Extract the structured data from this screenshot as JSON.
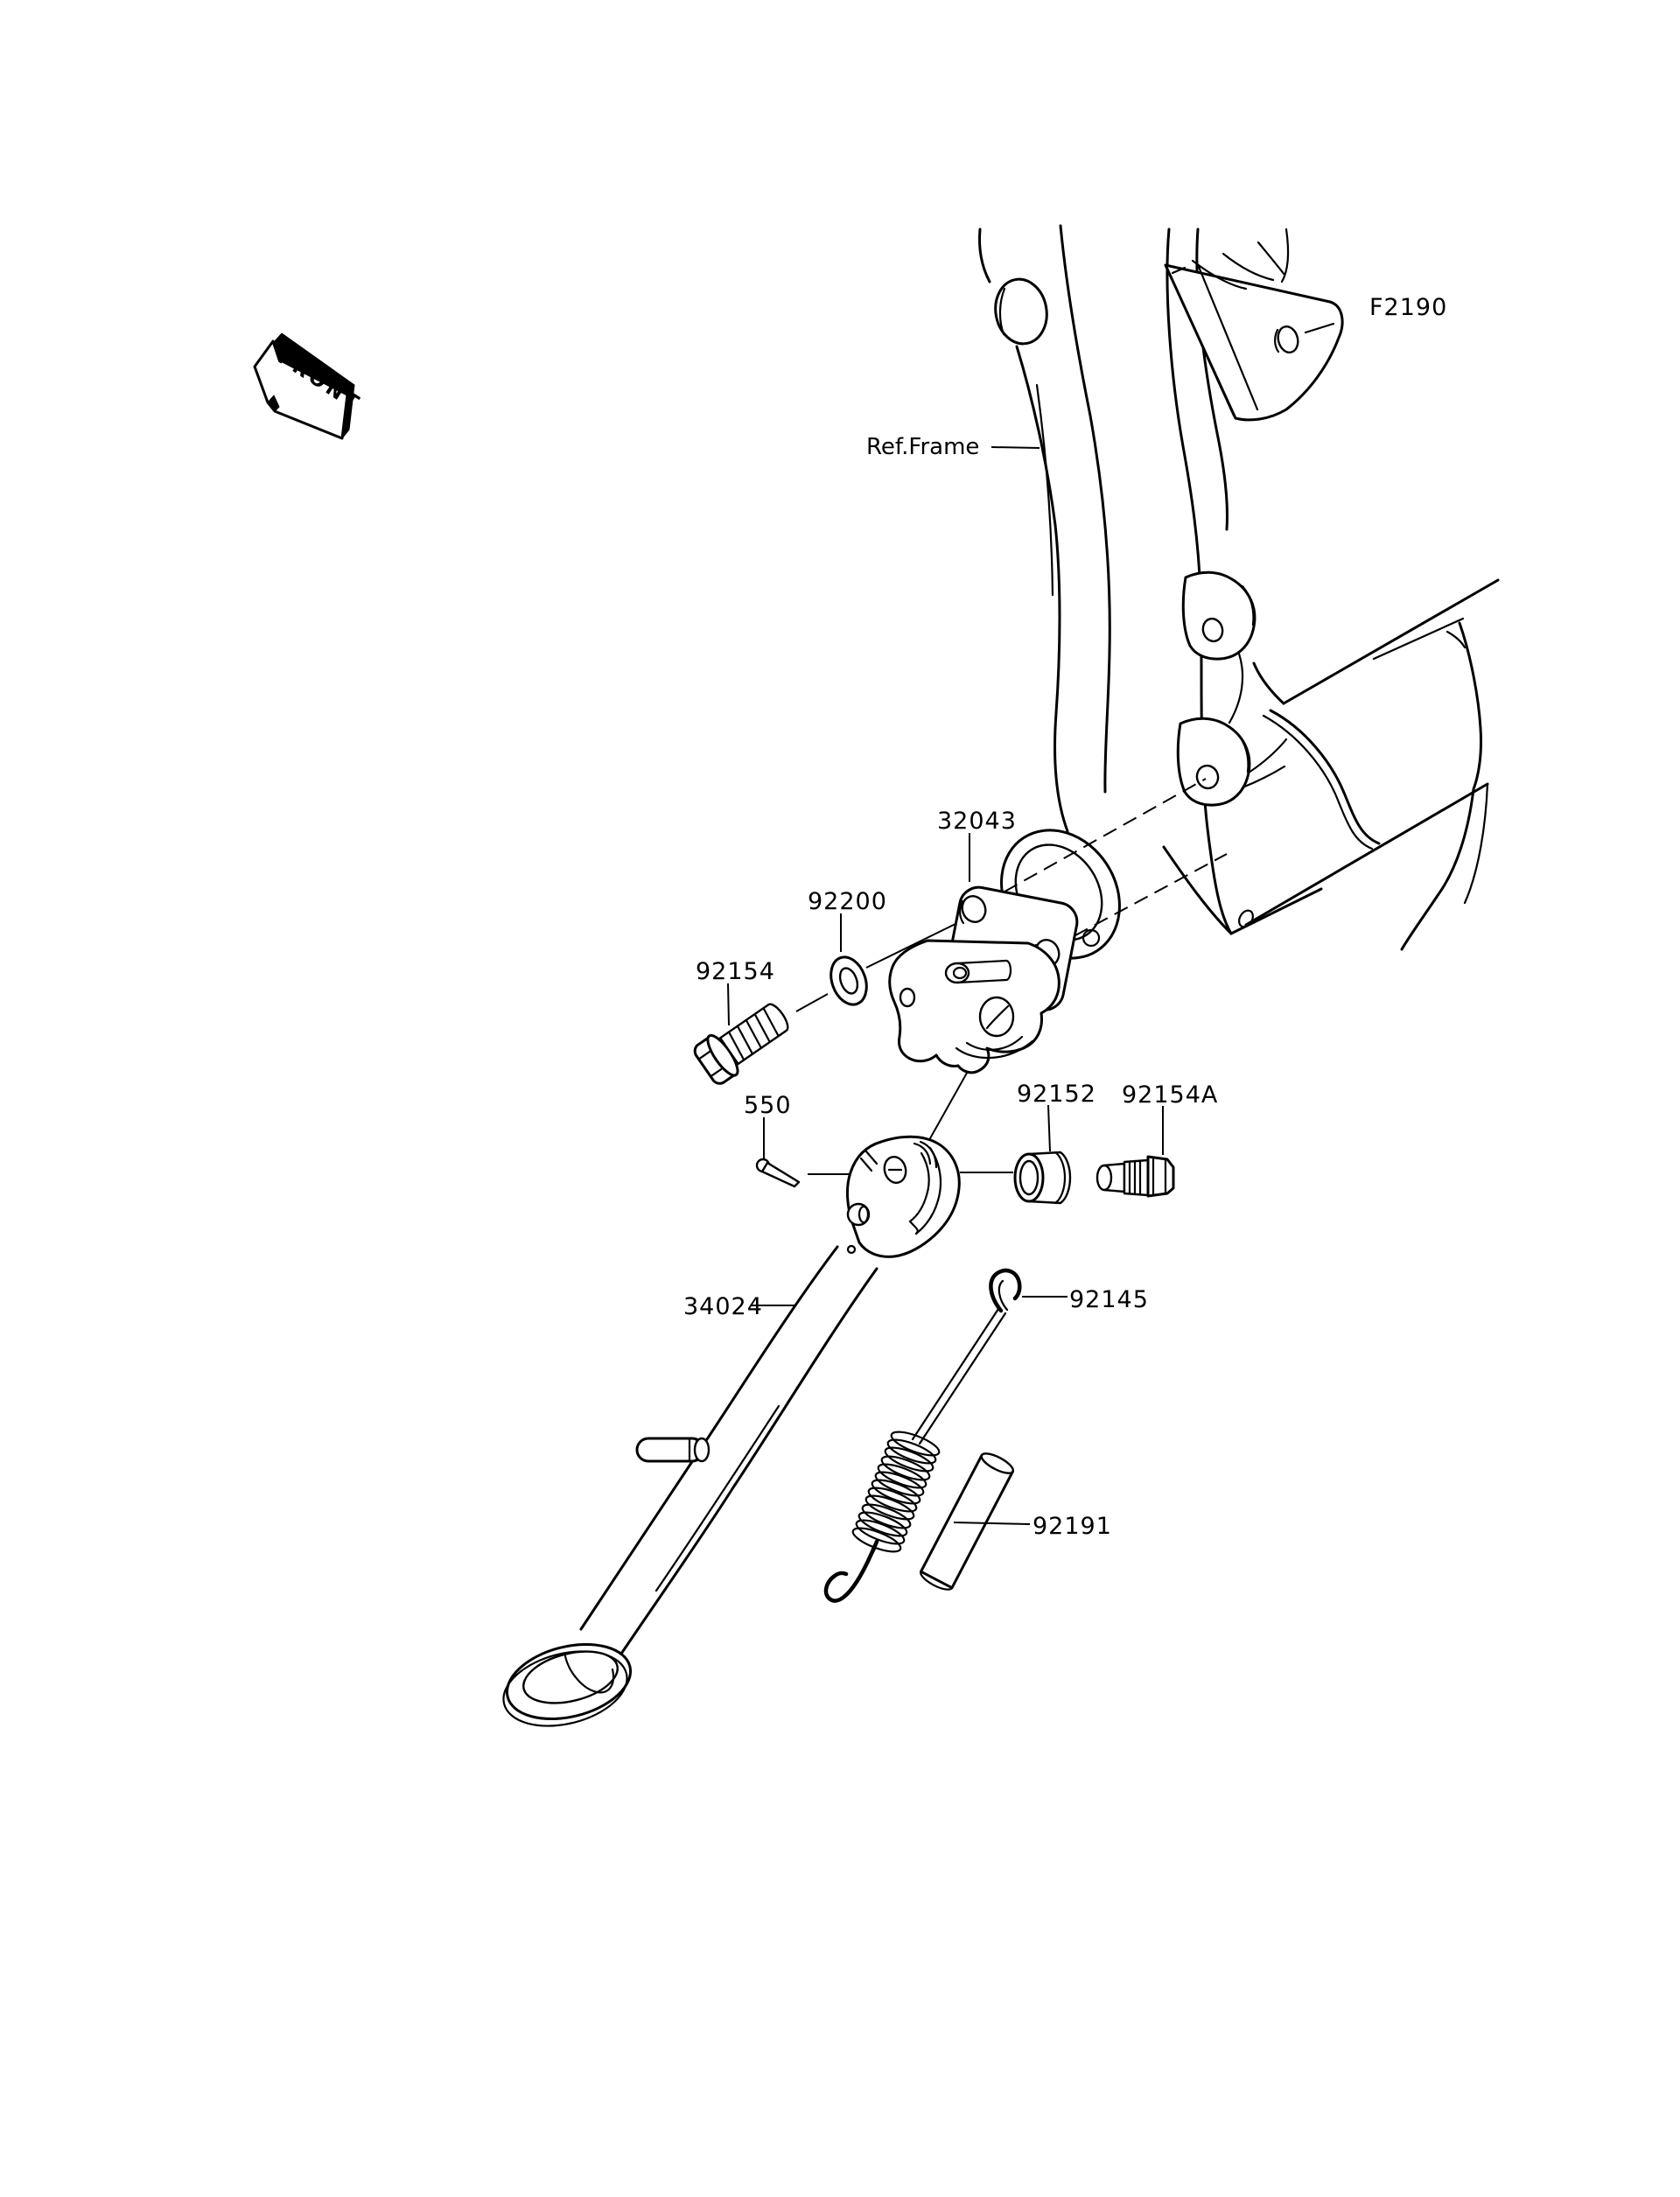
{
  "figure": {
    "code": "F2190",
    "front_label": "FRONT",
    "frame_label": "Ref.Frame"
  },
  "parts": {
    "bracket": {
      "label": "32043"
    },
    "washer": {
      "label": "92200"
    },
    "flange_bolt": {
      "label": "92154"
    },
    "cotter_pin": {
      "label": "550"
    },
    "bushing": {
      "label": "92152"
    },
    "shoulder_bolt": {
      "label": "92154A"
    },
    "side_stand": {
      "label": "34024"
    },
    "spring": {
      "label": "92145"
    },
    "collar": {
      "label": "92191"
    }
  },
  "colors": {
    "line": "#000000",
    "background": "#ffffff"
  }
}
